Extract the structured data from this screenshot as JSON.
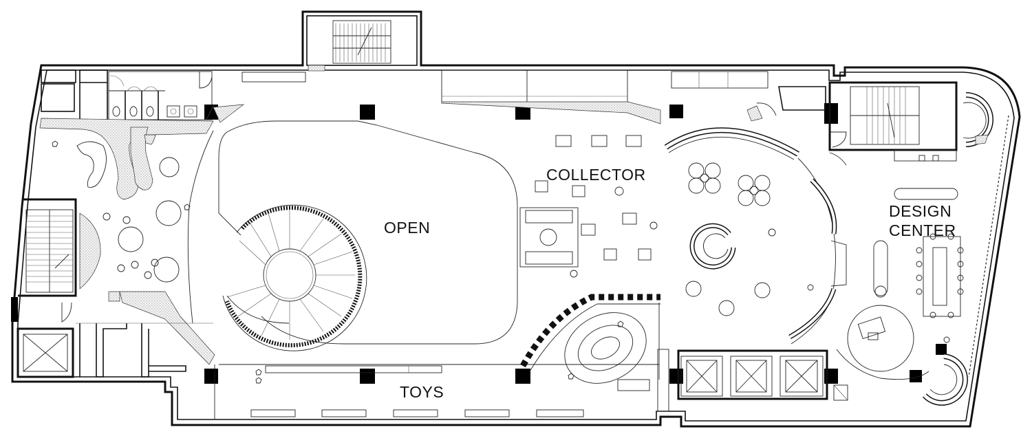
{
  "rooms": {
    "open": "OPEN",
    "collector": "COLLECTOR",
    "design_line1": "DESIGN",
    "design_line2": "CENTER",
    "toys": "TOYS"
  }
}
